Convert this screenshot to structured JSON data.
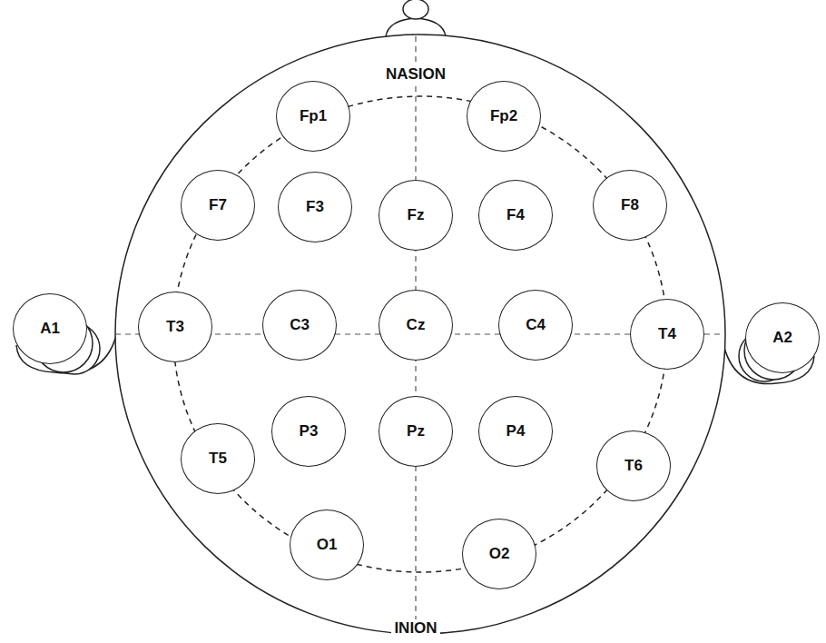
{
  "diagram": {
    "nodes": [
      {
        "text": [
          "Fp1"
        ]
      },
      {
        "text": [
          "Fp2"
        ]
      },
      {
        "text": [
          "F7"
        ]
      },
      {
        "text": [
          "F3"
        ]
      },
      {
        "text": [
          "Fz"
        ]
      },
      {
        "text": [
          "F4"
        ]
      },
      {
        "text": [
          "F8"
        ]
      },
      {
        "text": [
          "A1"
        ]
      },
      {
        "text": [
          "T3"
        ]
      },
      {
        "text": [
          "C3"
        ]
      },
      {
        "text": [
          "Cz"
        ]
      },
      {
        "text": [
          "C4"
        ]
      },
      {
        "text": [
          "T4"
        ]
      },
      {
        "text": [
          "A2"
        ]
      },
      {
        "text": [
          "P3"
        ]
      },
      {
        "text": [
          "Pz"
        ]
      },
      {
        "text": [
          "P4"
        ]
      },
      {
        "text": [
          "T5"
        ]
      },
      {
        "text": [
          "T6"
        ]
      },
      {
        "text": [
          "O1"
        ]
      },
      {
        "text": [
          "O2"
        ]
      }
    ],
    "labels": [
      "NASION",
      "INION"
    ]
  }
}
